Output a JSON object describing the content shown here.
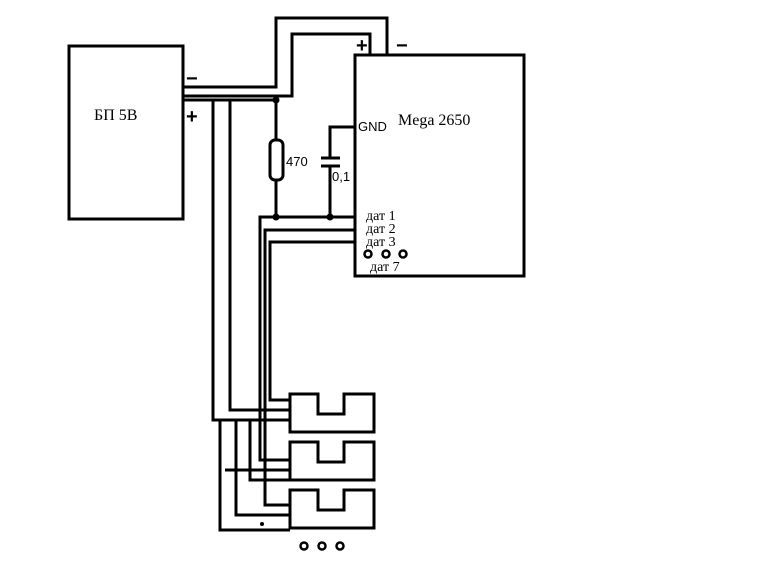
{
  "power_supply": {
    "label": "БП 5В",
    "minus": "−",
    "plus": "+"
  },
  "board": {
    "label": "Mega 2650",
    "gnd_label": "GND",
    "pin_plus": "+",
    "pin_minus": "−",
    "sensor_pins": [
      "дат 1",
      "дат 2",
      "дат 3"
    ],
    "last_pin": "дат 7"
  },
  "resistor": {
    "label": "470"
  },
  "capacitor": {
    "label": "0,1"
  },
  "colors": {
    "ink": "#000000",
    "background": "#ffffff"
  }
}
